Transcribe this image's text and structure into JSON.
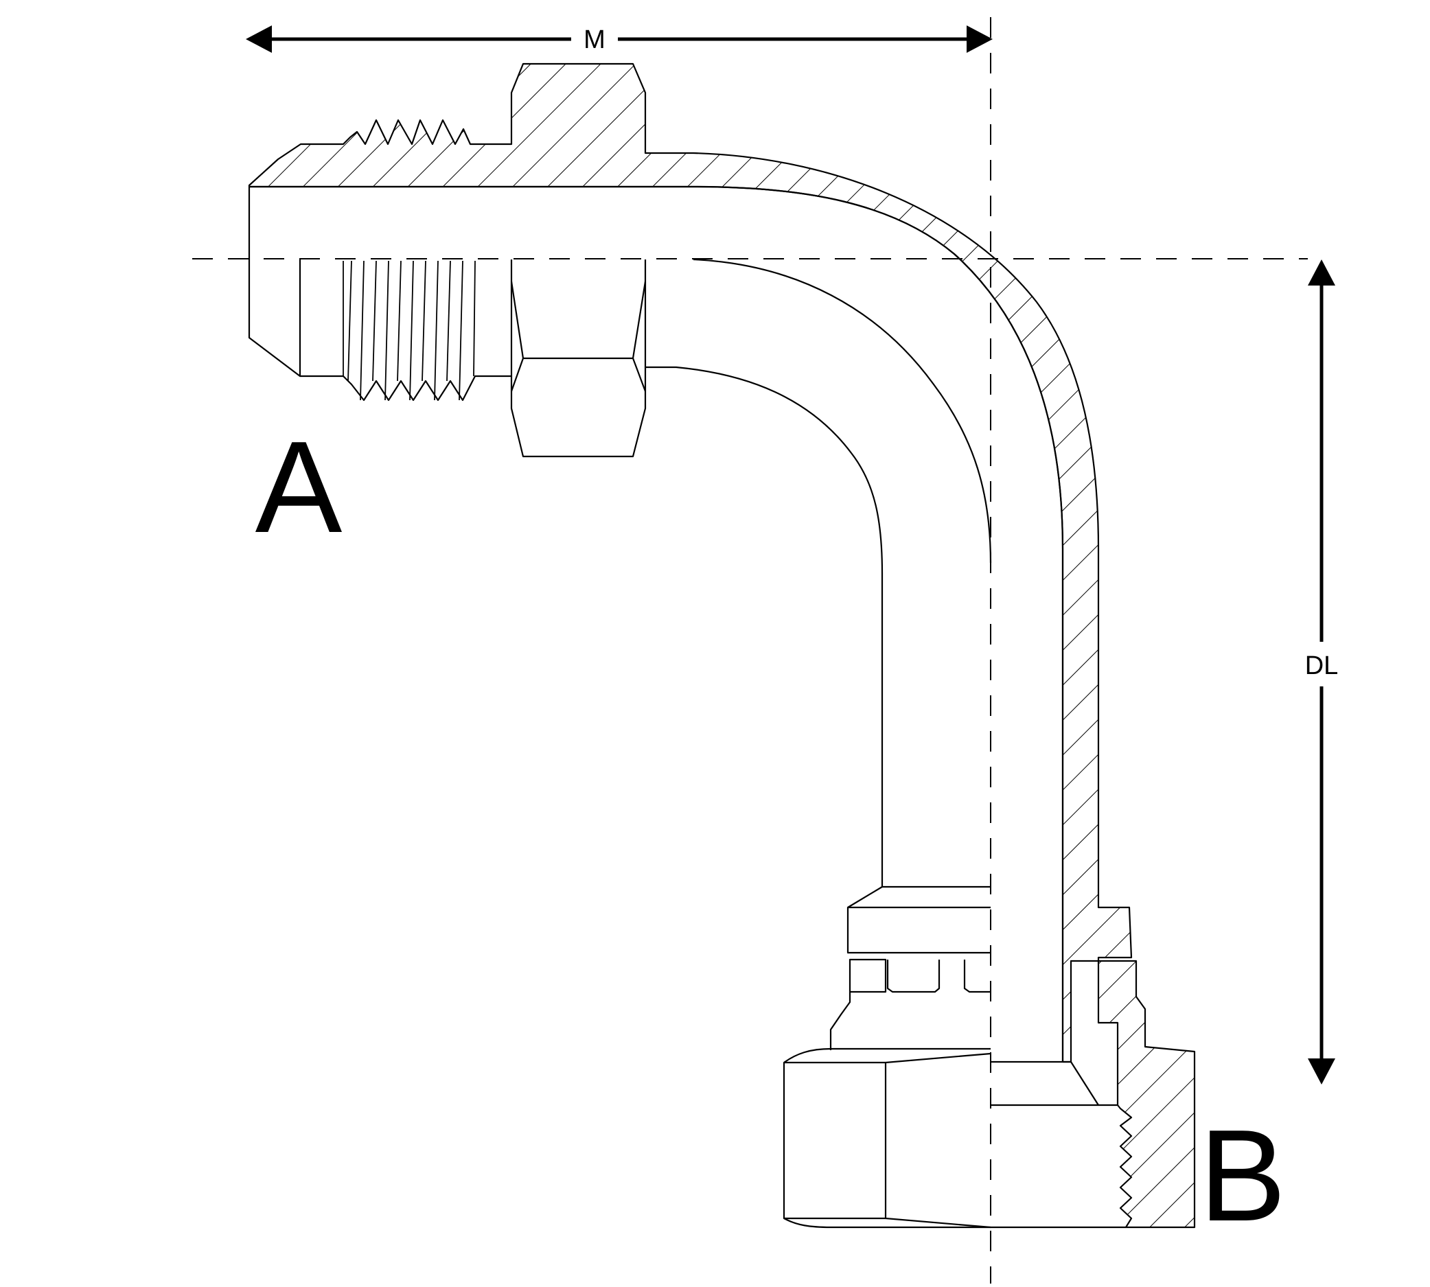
{
  "labels": {
    "end_a": "A",
    "end_b": "B",
    "dim_horizontal": "M",
    "dim_vertical": "DL"
  }
}
